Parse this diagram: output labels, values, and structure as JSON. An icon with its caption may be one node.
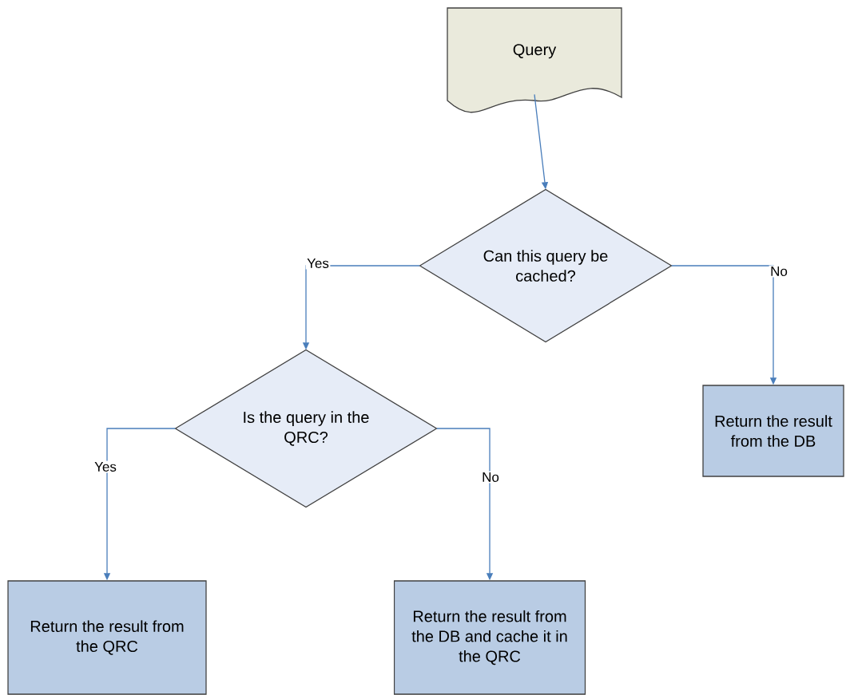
{
  "diagram": {
    "nodes": [
      {
        "text": [
          "Query"
        ]
      },
      {
        "text": [
          "Can this query be cached?"
        ]
      },
      {
        "text": [
          "Is the query in the QRC?"
        ]
      },
      {
        "text": [
          "Return the result from the DB"
        ]
      },
      {
        "text": [
          "Return the result from the QRC"
        ]
      },
      {
        "text": [
          "Return the result from the DB and cache it in the QRC"
        ]
      }
    ],
    "edges": [
      {
        "from": 0,
        "to": 1,
        "arrow": "to"
      },
      {
        "from": 1,
        "to": 2,
        "label": "Yes",
        "arrow": "to"
      },
      {
        "from": 1,
        "to": 3,
        "label": "No",
        "arrow": "to"
      },
      {
        "from": 2,
        "to": 4,
        "label": "Yes",
        "arrow": "to"
      },
      {
        "from": 2,
        "to": 5,
        "label": "No",
        "arrow": "to"
      }
    ]
  }
}
